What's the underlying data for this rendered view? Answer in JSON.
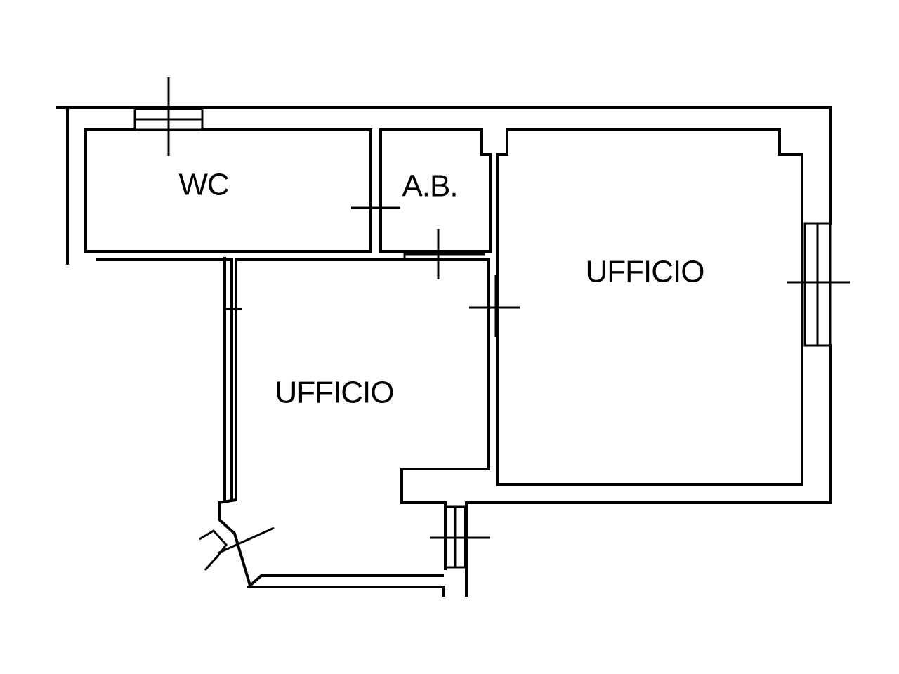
{
  "plan": {
    "line_color": "#000000",
    "background_color": "#ffffff",
    "rooms": {
      "wc": {
        "label": "WC"
      },
      "ab": {
        "label": "A.B."
      },
      "office_left": {
        "label": "UFFICIO"
      },
      "office_right": {
        "label": "UFFICIO"
      }
    }
  }
}
